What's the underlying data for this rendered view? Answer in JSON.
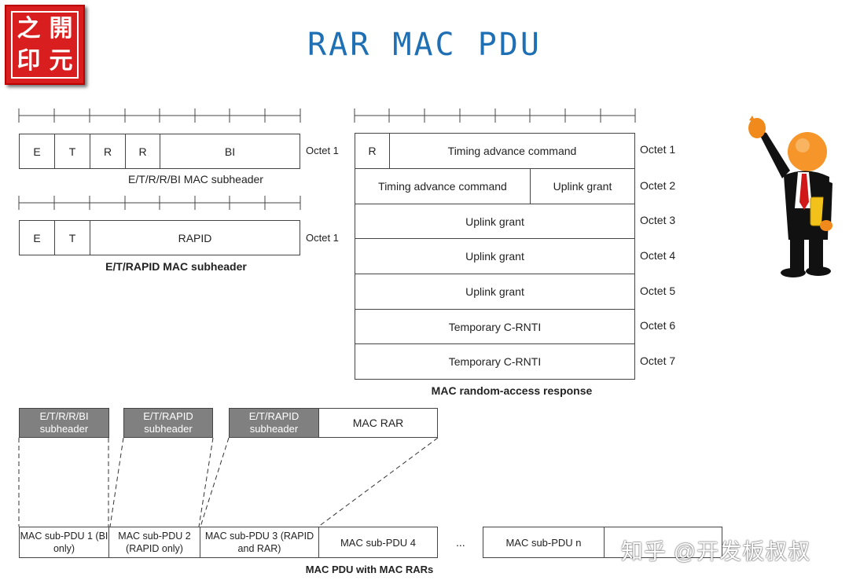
{
  "title": "RAR MAC PDU",
  "logo": {
    "chars": [
      "之",
      "開",
      "印",
      "元"
    ]
  },
  "subheader_bi": {
    "fields": [
      "E",
      "T",
      "R",
      "R",
      "BI"
    ],
    "octet": "Octet 1",
    "caption": "E/T/R/R/BI MAC subheader"
  },
  "subheader_rapid": {
    "fields": [
      "E",
      "T",
      "RAPID"
    ],
    "octet": "Octet 1",
    "caption": "E/T/RAPID MAC subheader"
  },
  "rar": {
    "rows": [
      {
        "cells": [
          "R",
          "Timing advance command"
        ],
        "octet": "Octet 1"
      },
      {
        "cells": [
          "Timing advance command",
          "Uplink grant"
        ],
        "octet": "Octet 2"
      },
      {
        "cells": [
          "Uplink grant"
        ],
        "octet": "Octet 3"
      },
      {
        "cells": [
          "Uplink grant"
        ],
        "octet": "Octet 4"
      },
      {
        "cells": [
          "Uplink grant"
        ],
        "octet": "Octet 5"
      },
      {
        "cells": [
          "Temporary C-RNTI"
        ],
        "octet": "Octet 6"
      },
      {
        "cells": [
          "Temporary C-RNTI"
        ],
        "octet": "Octet 7"
      }
    ],
    "caption": "MAC random-access response"
  },
  "pdu": {
    "top": [
      "E/T/R/R/BI subheader",
      "E/T/RAPID subheader",
      "E/T/RAPID subheader",
      "MAC RAR"
    ],
    "bottom": [
      "MAC sub-PDU 1 (BI only)",
      "MAC sub-PDU 2 (RAPID only)",
      "MAC sub-PDU 3 (RAPID and RAR)",
      "MAC sub-PDU 4",
      "...",
      "MAC sub-PDU n"
    ],
    "caption": "MAC PDU with MAC RARs"
  },
  "watermark": "知乎 @开发板叔叔",
  "icons": {
    "mascot": "presenter-figure-icon"
  }
}
